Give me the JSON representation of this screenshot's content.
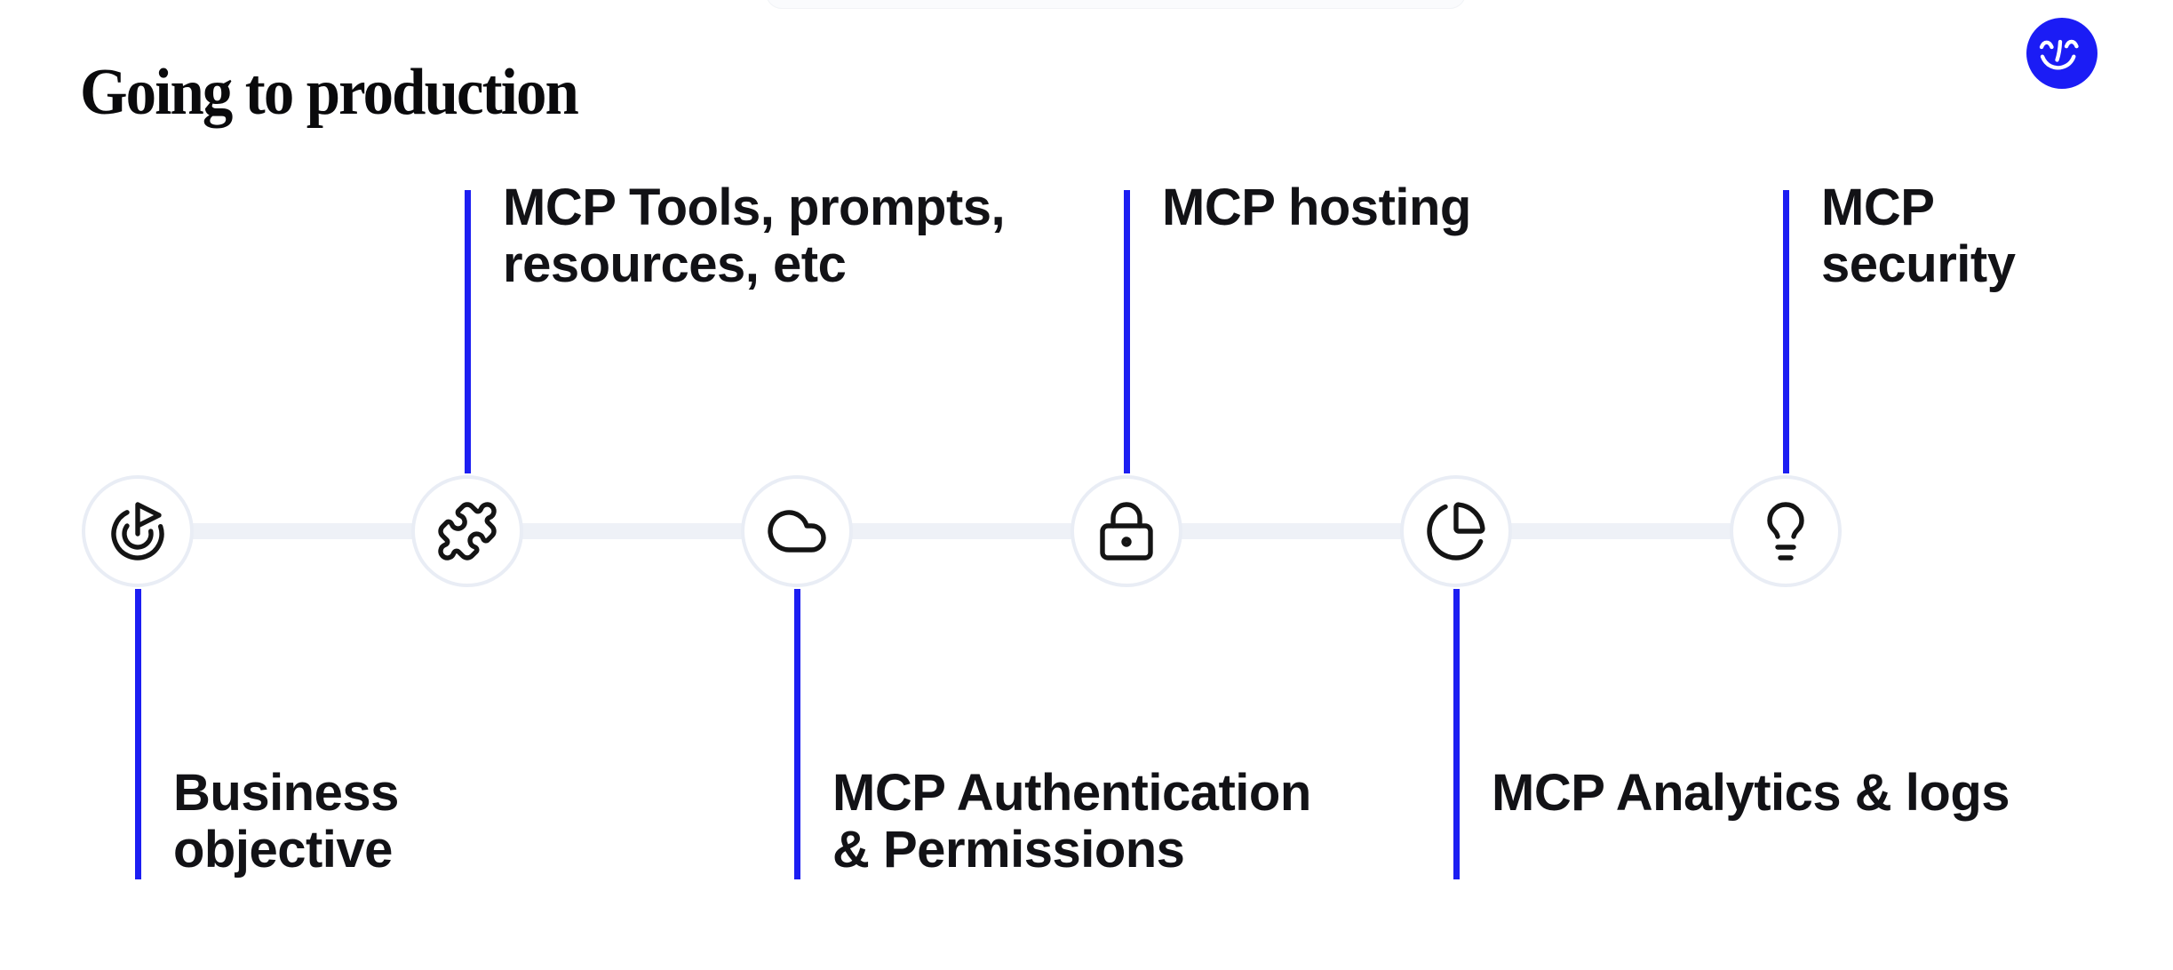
{
  "page": {
    "title": "Going to production"
  },
  "colors": {
    "accent": "#1c1ef2",
    "track": "#eef1f7",
    "node-border": "#e9edf5",
    "text": "#121216",
    "title": "#0a0a0c",
    "logo-bg": "#1b1cf5"
  },
  "logo": {
    "icon": "smiley-face-icon"
  },
  "timeline": {
    "steps": [
      {
        "icon": "goal-flag-icon",
        "label": "Business\nobjective",
        "label_position": "below"
      },
      {
        "icon": "puzzle-icon",
        "label": "MCP Tools, prompts,\nresources, etc",
        "label_position": "above"
      },
      {
        "icon": "cloud-icon",
        "label": "MCP Authentication\n& Permissions",
        "label_position": "below"
      },
      {
        "icon": "lock-icon",
        "label": "MCP hosting",
        "label_position": "above"
      },
      {
        "icon": "pie-chart-icon",
        "label": "MCP Analytics & logs",
        "label_position": "below"
      },
      {
        "icon": "lightbulb-icon",
        "label": "MCP\nsecurity",
        "label_position": "above"
      }
    ]
  }
}
